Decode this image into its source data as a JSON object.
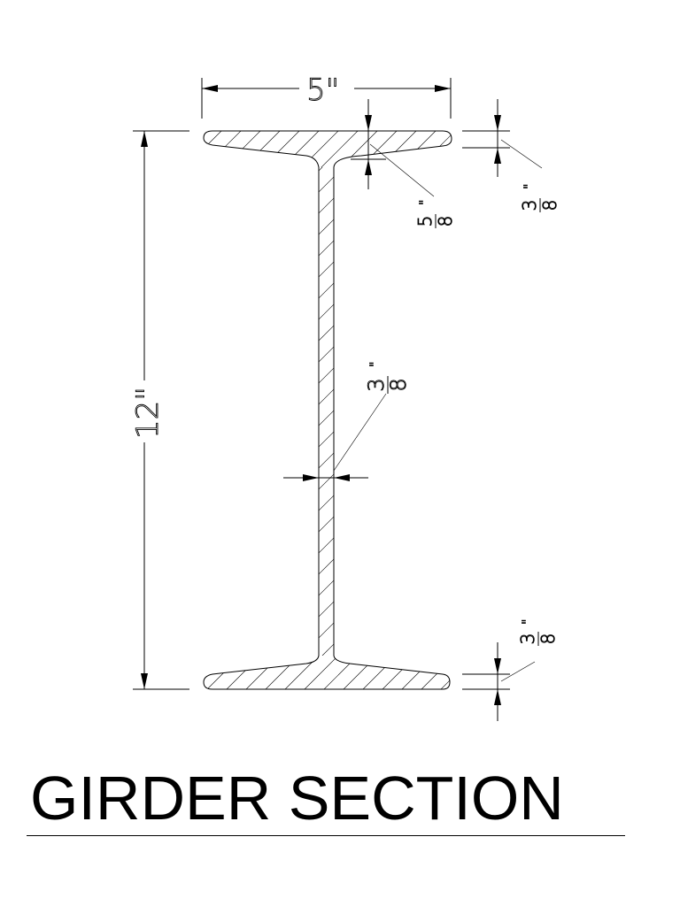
{
  "title": "GIRDER SECTION",
  "dimensions": {
    "flange_width": "5\"",
    "depth": "12\"",
    "flange_thickness_root": {
      "numerator": "5",
      "denominator": "8",
      "unit": "\""
    },
    "flange_thickness_top_tip": {
      "numerator": "3",
      "denominator": "8",
      "unit": "\""
    },
    "flange_thickness_bottom_tip": {
      "numerator": "3",
      "denominator": "8",
      "unit": "\""
    },
    "web_thickness": {
      "numerator": "3",
      "denominator": "8",
      "unit": "\""
    }
  }
}
